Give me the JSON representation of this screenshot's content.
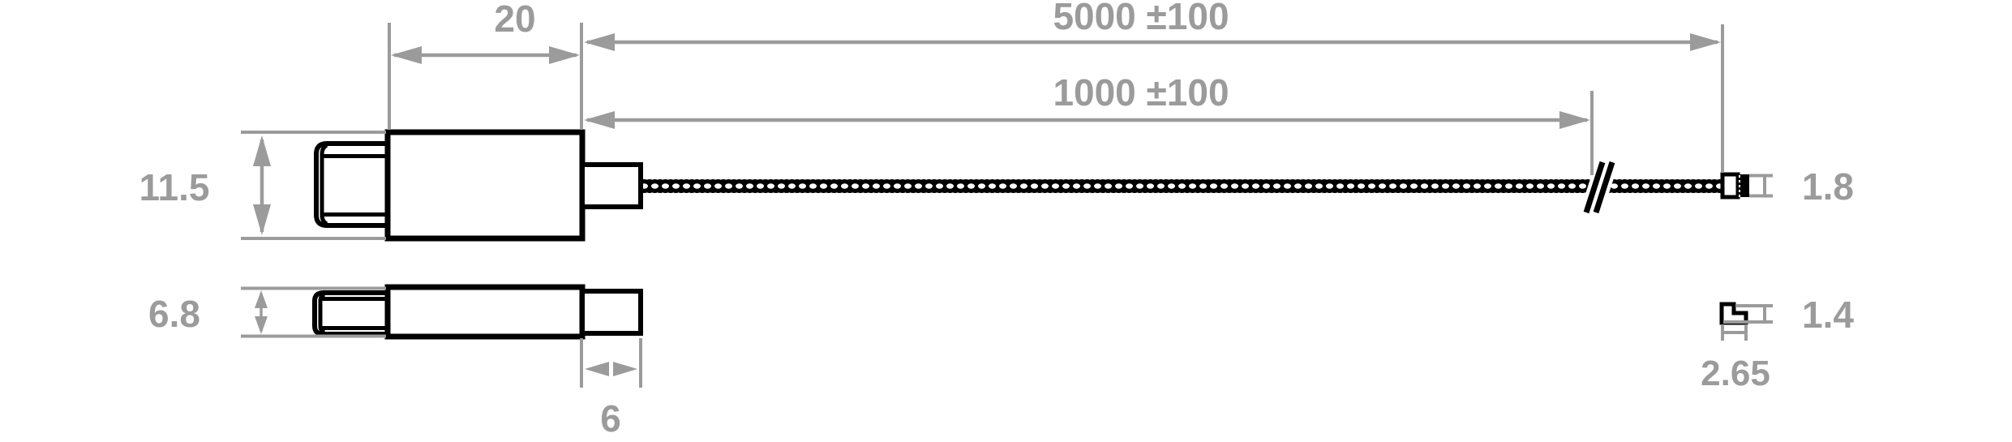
{
  "drawing": {
    "description": "Cable assembly dimension drawing with connector top view, connector side view, braided cable with break symbol and cable end tip",
    "colors": {
      "dimension_gray": "#9b9b9b",
      "outline_black": "#000000",
      "background": "#ffffff"
    },
    "dimensions": {
      "connector_length": "20",
      "overall_cable_length": "5000 ±100",
      "segment_length": "1000 ±100",
      "connector_width": "11.5",
      "connector_thickness": "6.8",
      "strain_relief_length": "6",
      "cable_end_width": "1.8",
      "cable_end_thickness": "1.4",
      "cable_end_length": "2.65"
    }
  }
}
